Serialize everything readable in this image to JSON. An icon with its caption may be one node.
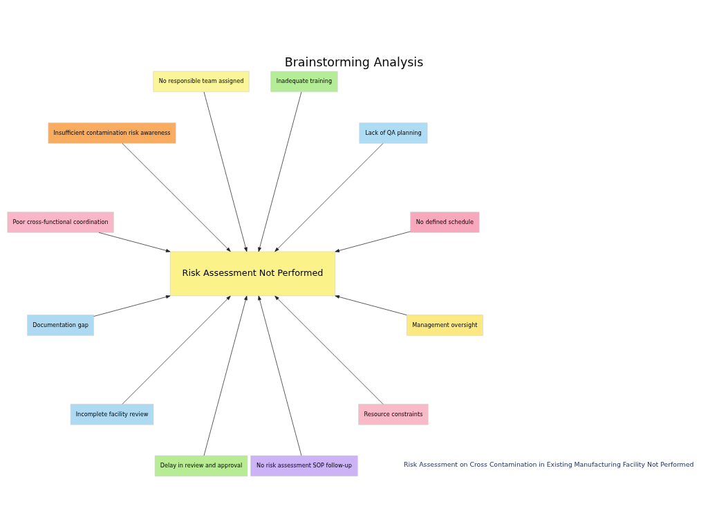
{
  "diagram": {
    "title": "Brainstorming Analysis",
    "nodes": [
      {
        "text": [
          "No defined schedule"
        ]
      },
      {
        "text": [
          "Lack of QA planning"
        ]
      },
      {
        "text": [
          "Inadequate training"
        ]
      },
      {
        "text": [
          "No responsible team assigned"
        ]
      },
      {
        "text": [
          "Insufficient contamination risk awareness"
        ]
      },
      {
        "text": [
          "Risk Assessment Not Performed"
        ]
      },
      {
        "text": [
          "Poor cross-functional coordination"
        ]
      },
      {
        "text": [
          "Documentation gap"
        ]
      },
      {
        "text": [
          "Incomplete facility review"
        ]
      },
      {
        "text": [
          "Delay in review and approval"
        ]
      },
      {
        "text": [
          "No risk assessment SOP follow-up"
        ]
      },
      {
        "text": [
          "Resource constraints"
        ]
      },
      {
        "text": [
          "Management oversight"
        ]
      }
    ],
    "edges": [
      {
        "from": 0,
        "to": 5,
        "arrow": "to"
      },
      {
        "from": 1,
        "to": 5,
        "arrow": "to"
      },
      {
        "from": 2,
        "to": 5,
        "arrow": "to"
      },
      {
        "from": 3,
        "to": 5,
        "arrow": "to"
      },
      {
        "from": 4,
        "to": 5,
        "arrow": "to"
      },
      {
        "from": 6,
        "to": 5,
        "arrow": "to"
      },
      {
        "from": 7,
        "to": 5,
        "arrow": "to"
      },
      {
        "from": 8,
        "to": 5,
        "arrow": "to"
      },
      {
        "from": 9,
        "to": 5,
        "arrow": "to"
      },
      {
        "from": 10,
        "to": 5,
        "arrow": "to"
      },
      {
        "from": 11,
        "to": 5,
        "arrow": "to"
      },
      {
        "from": 12,
        "to": 5,
        "arrow": "to"
      }
    ],
    "labels": [
      "Risk Assessment on Cross Contamination in Existing Manufacturing Facility Not Performed"
    ]
  }
}
